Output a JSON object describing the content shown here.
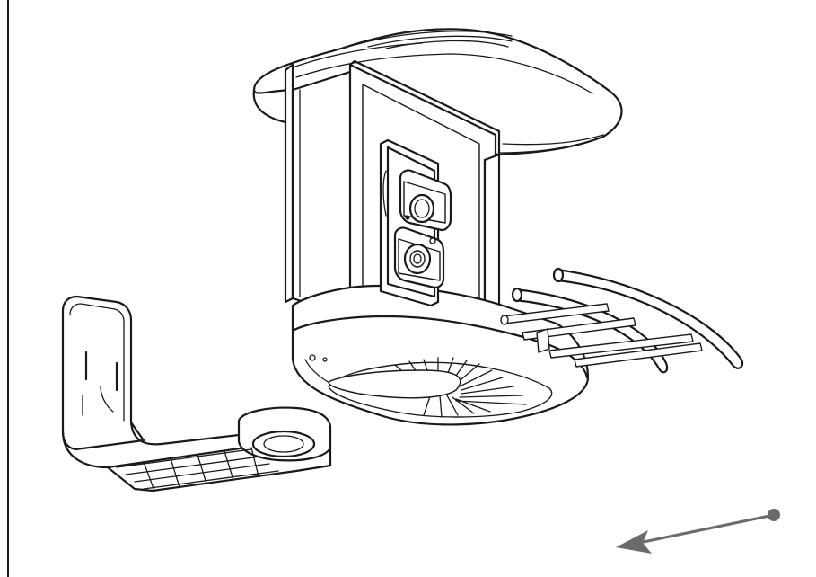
{
  "figure": {
    "assembly": "bird-feeder-camera-assembly",
    "parts": [
      {
        "id": "roof",
        "icon": "roof-icon"
      },
      {
        "id": "feeder-body",
        "icon": "feeder-body-icon"
      },
      {
        "id": "camera-module",
        "icon": "camera-icon"
      },
      {
        "id": "perch",
        "icon": "perch-icon"
      },
      {
        "id": "wall-mount-bracket",
        "icon": "bracket-icon"
      }
    ],
    "direction_arrow": {
      "icon": "arrow-left-icon",
      "color": "#6b6b6b"
    },
    "frame_color": "#1a1a1a"
  }
}
